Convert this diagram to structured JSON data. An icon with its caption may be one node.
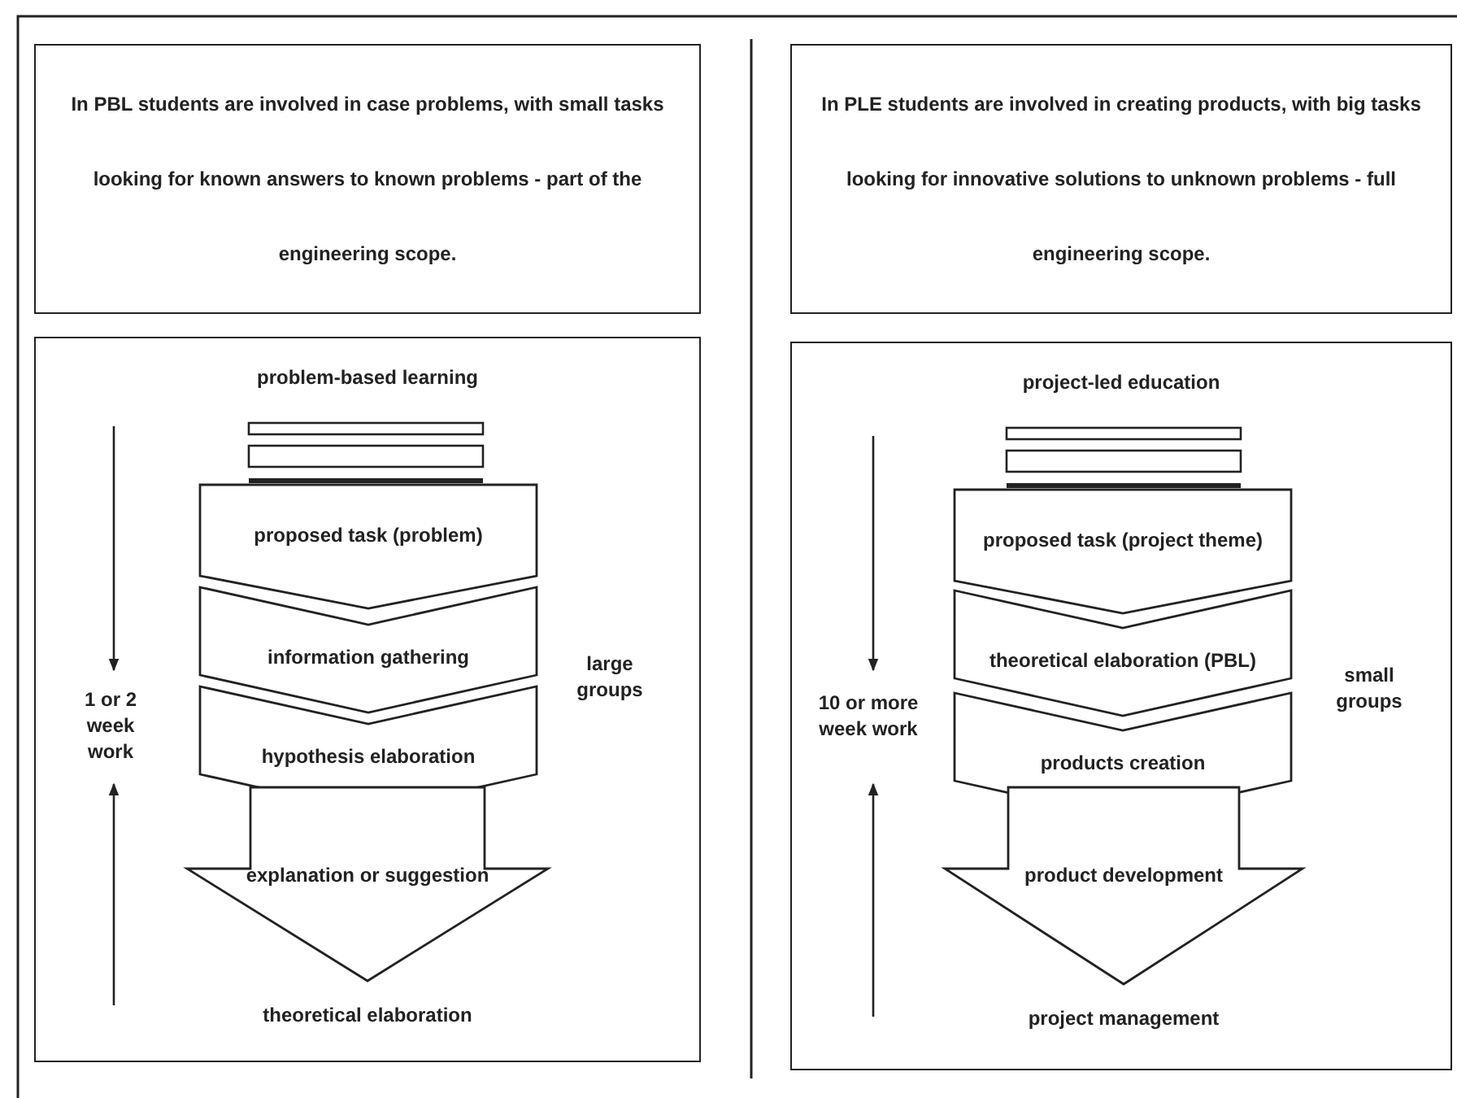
{
  "diagram": {
    "nodes": [
      {
        "text": [
          "In PBL students are involved in case problems, with small tasks looking for known answers to known problems - part of the engineering scope."
        ]
      },
      {
        "text": [
          "problem-based learning"
        ]
      },
      {
        "text": [
          "proposed task (problem)"
        ],
        "in": 1
      },
      {
        "text": [
          "information gathering"
        ],
        "in": 1
      },
      {
        "text": [
          "hypothesis elaboration"
        ],
        "in": 1
      },
      {
        "text": [
          "explanation or suggestion"
        ],
        "in": 1,
        "beside": [
          "theoretical elaboration"
        ]
      },
      {
        "text": [
          "In PLE students are involved in creating products, with big tasks looking for innovative solutions to unknown problems - full engineering scope."
        ]
      },
      {
        "text": [
          "project-led education"
        ]
      },
      {
        "text": [
          "proposed task (project theme)"
        ],
        "in": 7
      },
      {
        "text": [
          "theoretical elaboration (PBL)"
        ],
        "in": 7
      },
      {
        "text": [
          "products creation"
        ],
        "in": 7
      },
      {
        "text": [
          "product development"
        ],
        "in": 7,
        "beside": [
          "project management"
        ]
      }
    ],
    "labels": [
      "1 or 2 week work",
      "large groups",
      "10 or more week work",
      "small groups"
    ]
  }
}
